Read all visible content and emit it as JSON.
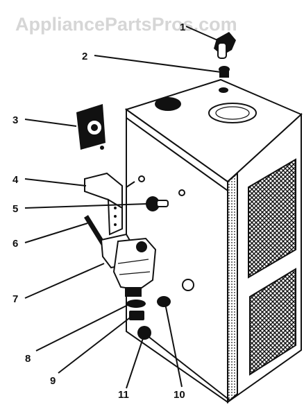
{
  "watermark": "AppliancePartsPros.com",
  "callouts": [
    {
      "id": "1",
      "label": "1"
    },
    {
      "id": "2",
      "label": "2"
    },
    {
      "id": "3",
      "label": "3"
    },
    {
      "id": "4",
      "label": "4"
    },
    {
      "id": "5",
      "label": "5"
    },
    {
      "id": "6",
      "label": "6"
    },
    {
      "id": "7",
      "label": "7"
    },
    {
      "id": "8",
      "label": "8"
    },
    {
      "id": "9",
      "label": "9"
    },
    {
      "id": "10",
      "label": "10"
    },
    {
      "id": "11",
      "label": "11"
    }
  ],
  "colors": {
    "ink": "#111111",
    "watermark": "#d6d6d6",
    "background": "#ffffff"
  }
}
